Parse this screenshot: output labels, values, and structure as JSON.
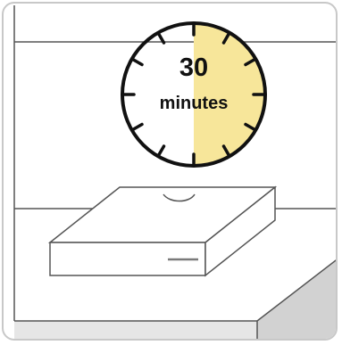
{
  "timer": {
    "number": "30",
    "unit": "minutes",
    "elapsed_fraction": 0.5
  },
  "colors": {
    "card_border": "#c8c8c8",
    "timer_fill": "#f7e69a",
    "line": "#555555",
    "floor_shadow": "#e6e6e6",
    "table_edge": "#d2d2d2"
  },
  "icons": {
    "timer": "stopwatch-icon",
    "device": "set-top-box-icon"
  }
}
